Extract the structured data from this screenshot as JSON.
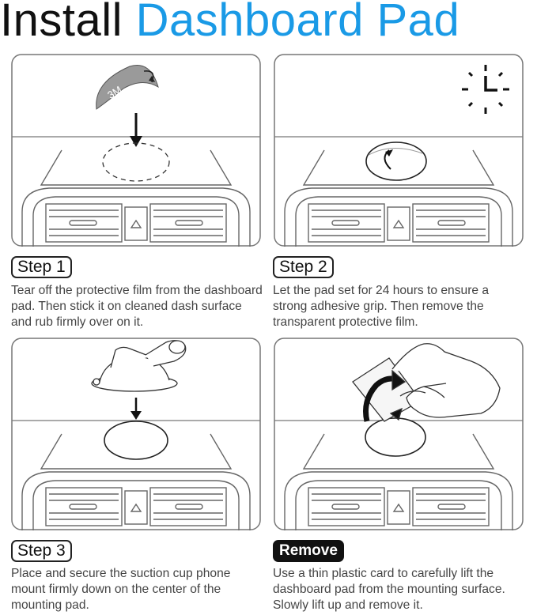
{
  "title": {
    "part1": "Install",
    "part2": "Dashboard Pad"
  },
  "pad_brand": "3M",
  "colors": {
    "accent": "#1a9ae6",
    "ink": "#111111",
    "panel_border": "#777777"
  },
  "steps": [
    {
      "label": "Step 1",
      "text": "Tear off the protective film from the dashboard pad. Then stick it on cleaned dash surface and rub firmly over on it."
    },
    {
      "label": "Step 2",
      "text": "Let the pad set for 24 hours to ensure a strong adhesive grip. Then remove the transparent protective film."
    },
    {
      "label": "Step 3",
      "text": "Place and secure the suction cup phone mount firmly down on the center of the mounting pad."
    },
    {
      "label": "Remove",
      "text": "Use a thin plastic card to carefully lift the dashboard pad from the mounting surface. Slowly lift up and remove it."
    }
  ],
  "icons": [
    "adhesive-pad-icon",
    "clock-icon",
    "suction-mount-icon",
    "hand-card-icon",
    "dashboard-vent-icon"
  ]
}
